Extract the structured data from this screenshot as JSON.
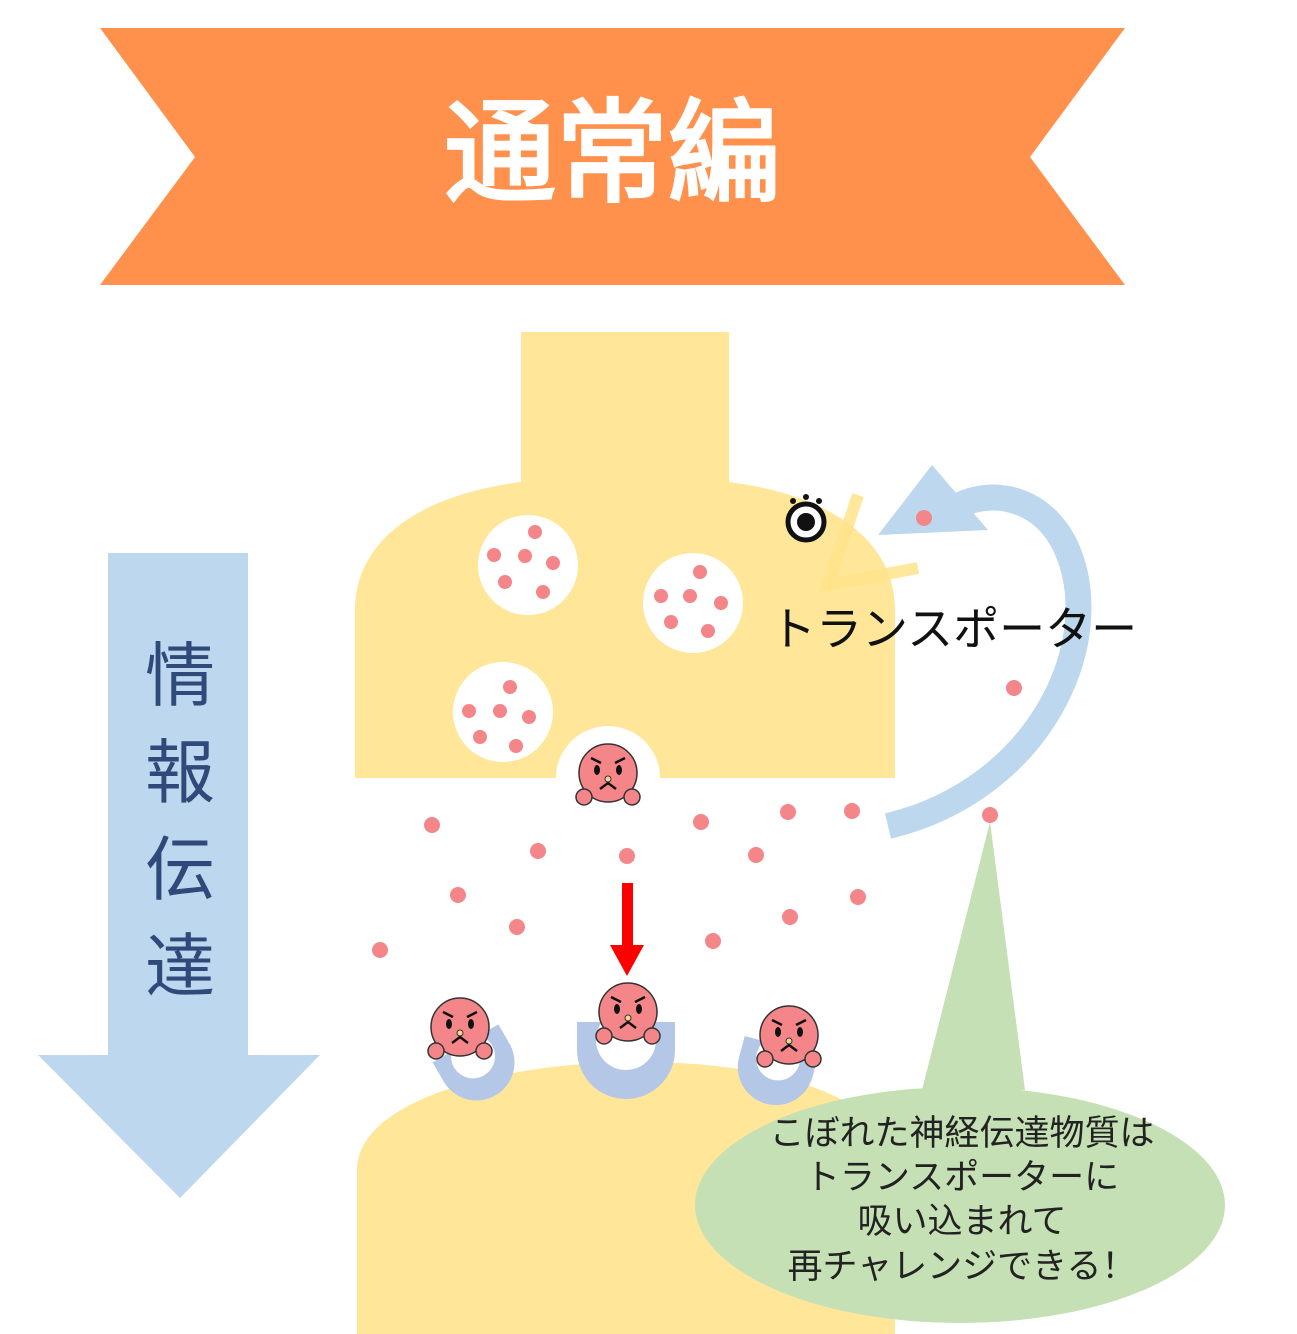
{
  "banner": {
    "title": "通常編"
  },
  "side_arrow": {
    "label_chars": [
      "情",
      "報",
      "伝",
      "達"
    ]
  },
  "transporter": {
    "label": "トランスポーター"
  },
  "bubble": {
    "lines": [
      "こぼれた神経伝達物質は",
      "トランスポーターに",
      "吸い込まれて",
      "再チャレンジできる！"
    ]
  },
  "colors": {
    "banner": "#FF914D",
    "neuron": "#FFE699",
    "side_arrow": "#BDD7EE",
    "receptor": "#B4C7E7",
    "transmitter": "#F4868A",
    "bubble": "#C5E0B4",
    "red_arrow": "#FF0000"
  }
}
